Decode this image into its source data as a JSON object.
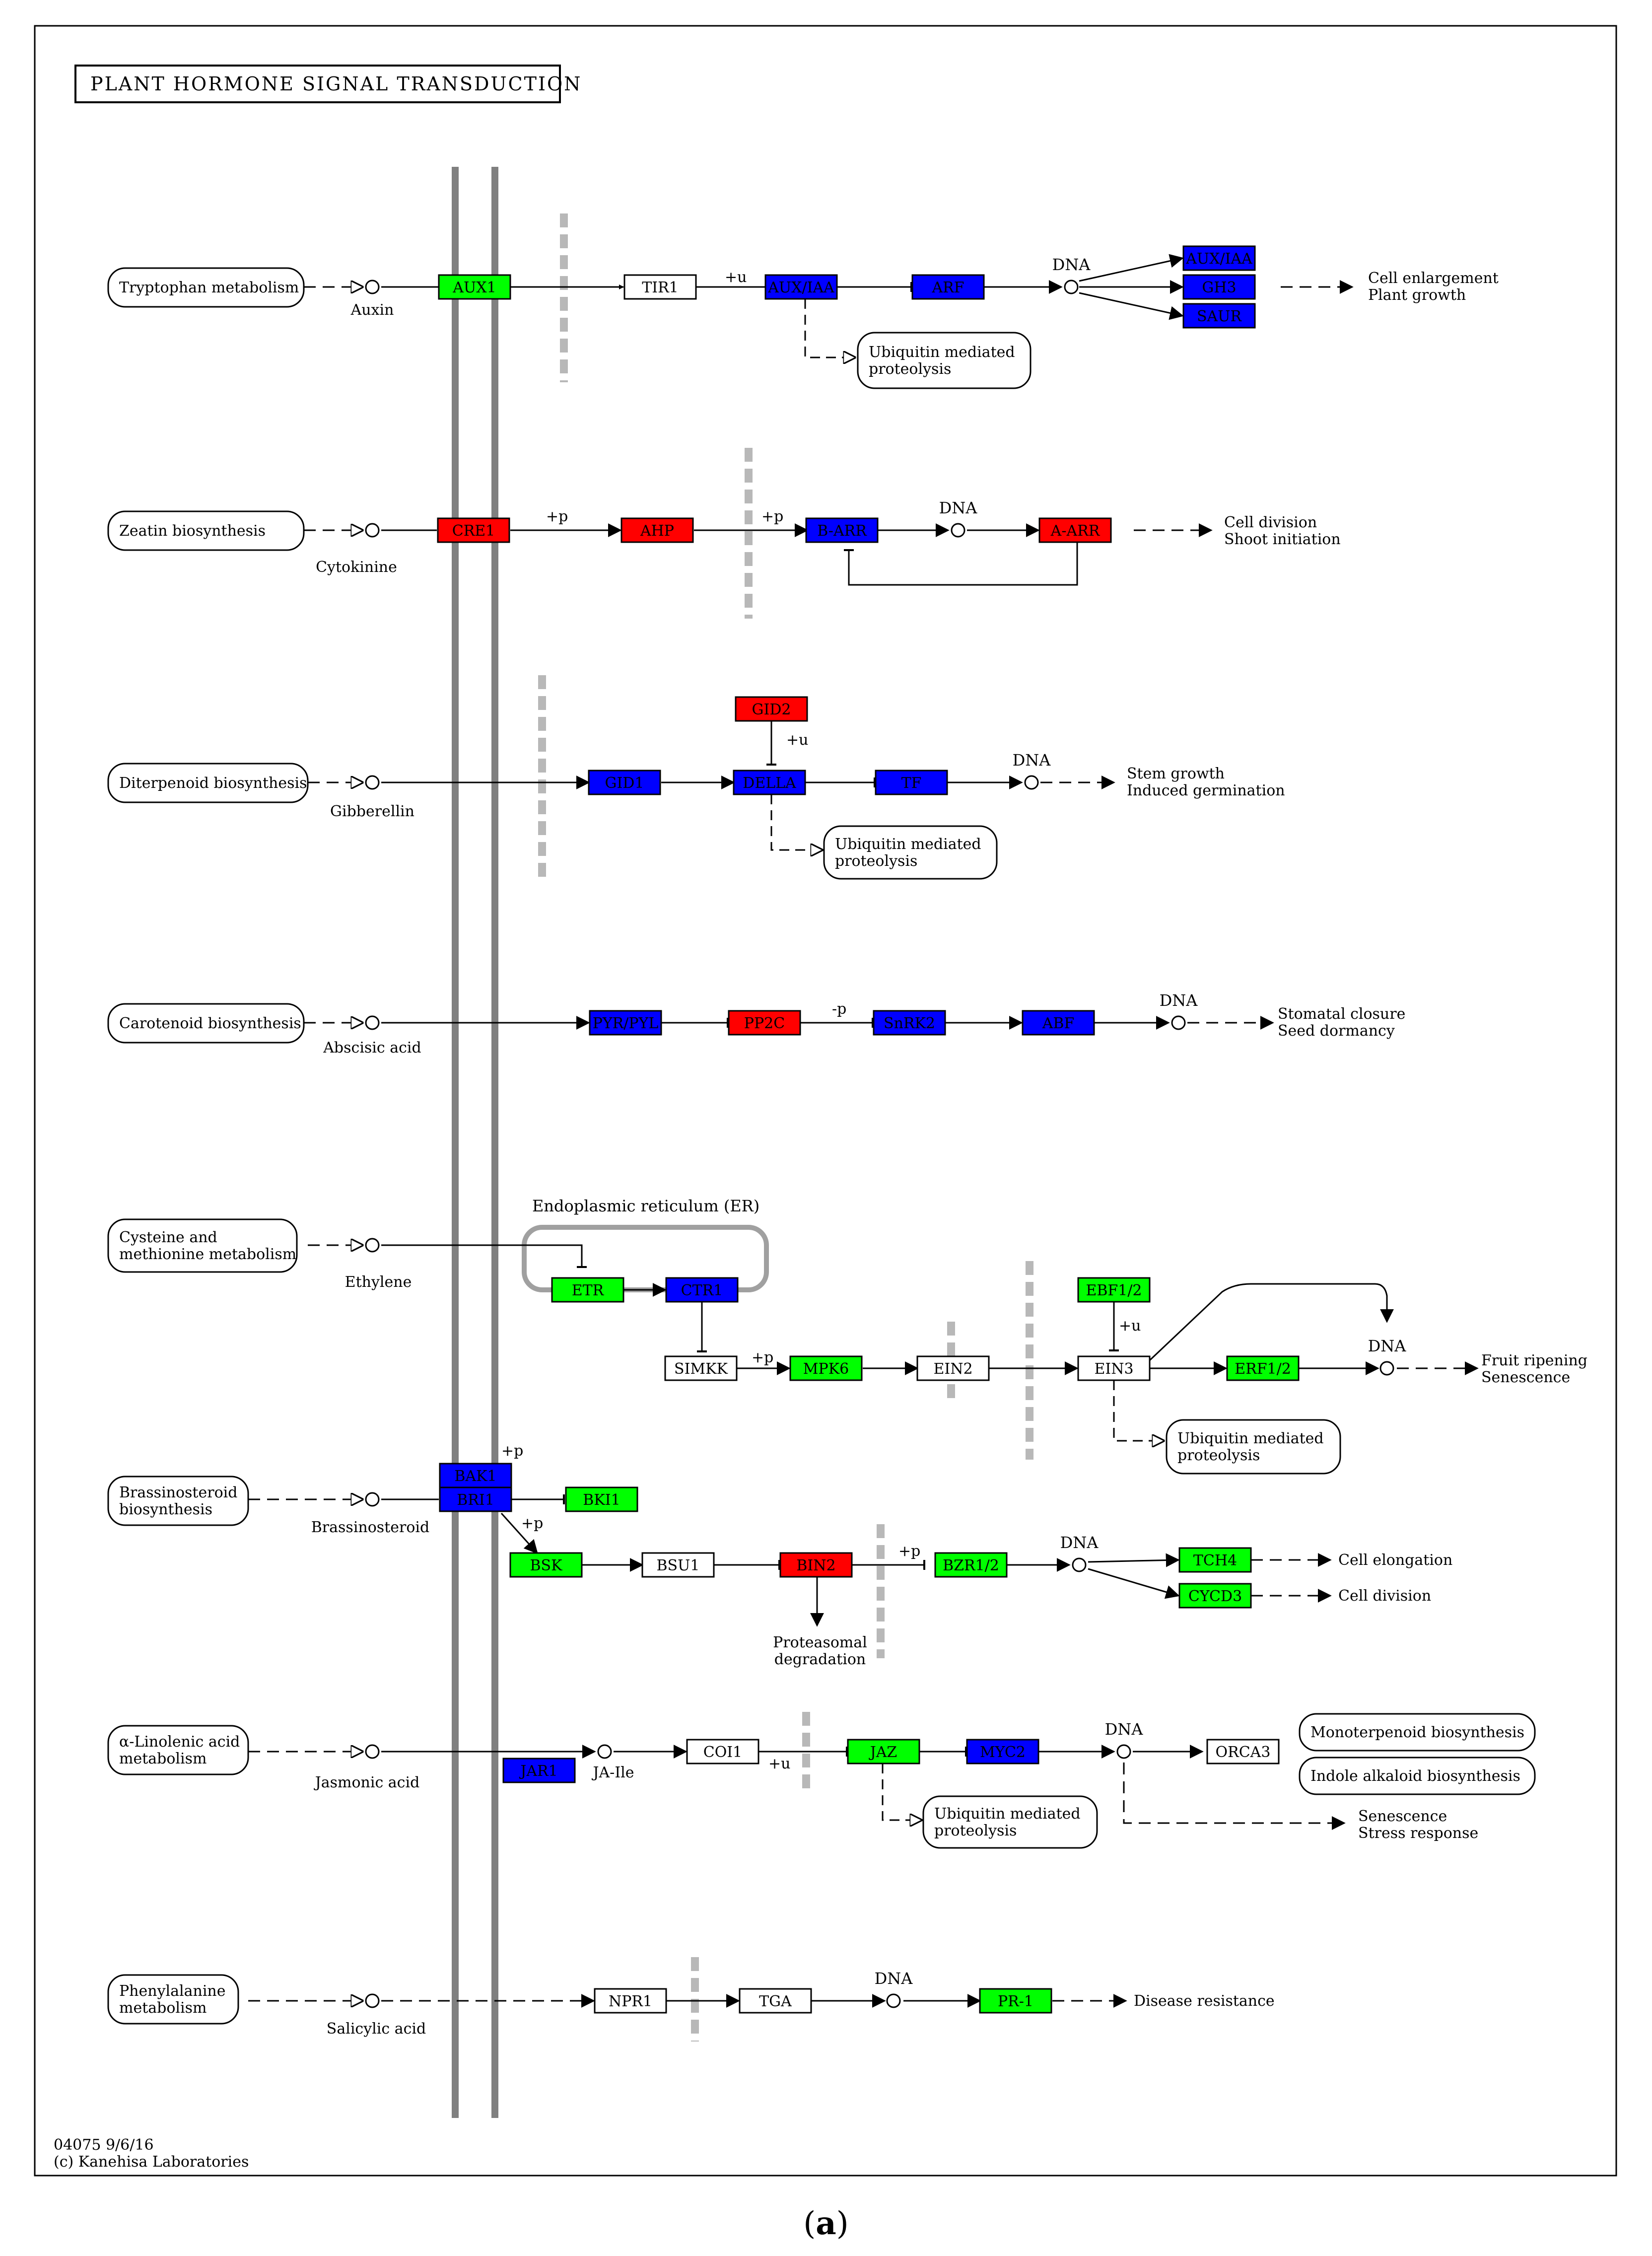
{
  "title": "PLANT HORMONE SIGNAL TRANSDUCTION",
  "footer": {
    "code": "04075 9/6/16",
    "copyright": "(c) Kanehisa Laboratories"
  },
  "caption": {
    "open": "(",
    "letter": "a",
    "close": ")"
  },
  "colors": {
    "up": "#ff0000",
    "down": "#0000ff",
    "mixed": "#00ff00",
    "none": "#ffffff",
    "membrane": "#808080",
    "barrier": "#b8b8b8"
  },
  "pathways": [
    "Tryptophan metabolism",
    "Zeatin biosynthesis",
    "Diterpenoid biosynthesis",
    "Carotenoid biosynthesis",
    "Cysteine and methionine metabolism",
    "Brassinosteroid biosynthesis",
    "α-Linolenic acid metabolism",
    "Phenylalanine metabolism",
    "Ubiquitin mediated proteolysis",
    "Monoterpenoid biosynthesis",
    "Indole alkaloid biosynthesis"
  ],
  "hormones": [
    "Auxin",
    "Cytokinine",
    "Gibberellin",
    "Abscisic acid",
    "Ethylene",
    "Brassinosteroid",
    "Jasmonic acid",
    "Salicylic acid",
    "JA-Ile"
  ],
  "genes": {
    "AUX1": "mixed",
    "TIR1": "none",
    "AUX/IAA": "down",
    "ARF": "down",
    "AUX/IAA_2": "down",
    "GH3": "down",
    "SAUR": "down",
    "CRE1": "up",
    "AHP": "up",
    "B-ARR": "down",
    "A-ARR": "up",
    "GID2": "up",
    "GID1": "down",
    "DELLA": "down",
    "TF": "down",
    "PYR/PYL": "down",
    "PP2C": "up",
    "SnRK2": "down",
    "ABF": "down",
    "ETR": "mixed",
    "CTR1": "down",
    "SIMKK": "none",
    "MPK6": "mixed",
    "EIN2": "none",
    "EBF1/2": "mixed",
    "EIN3": "none",
    "ERF1/2": "mixed",
    "BAK1": "down",
    "BRI1": "down",
    "BKI1": "mixed",
    "BSK": "mixed",
    "BSU1": "none",
    "BIN2": "up",
    "BZR1/2": "mixed",
    "TCH4": "mixed",
    "CYCD3": "mixed",
    "JAR1": "down",
    "COI1": "none",
    "JAZ": "mixed",
    "MYC2": "down",
    "ORCA3": "none",
    "NPR1": "none",
    "TGA": "none",
    "PR-1": "mixed"
  },
  "labels": {
    "dna": "DNA",
    "er": "Endoplasmic reticulum (ER)",
    "plus_u": "+u",
    "plus_p": "+p",
    "minus_p": "-p",
    "proteasomal": [
      "Proteasomal",
      "degradation"
    ],
    "outcomes": [
      [
        "Cell enlargement",
        "Plant growth"
      ],
      [
        "Cell division",
        "Shoot initiation"
      ],
      [
        "Stem growth",
        "Induced germination"
      ],
      [
        "Stomatal closure",
        "Seed dormancy"
      ],
      [
        "Fruit ripening",
        "Senescence"
      ],
      [
        "Cell elongation"
      ],
      [
        "Cell division"
      ],
      [
        "Senescence",
        "Stress response"
      ],
      [
        "Disease resistance"
      ]
    ]
  }
}
